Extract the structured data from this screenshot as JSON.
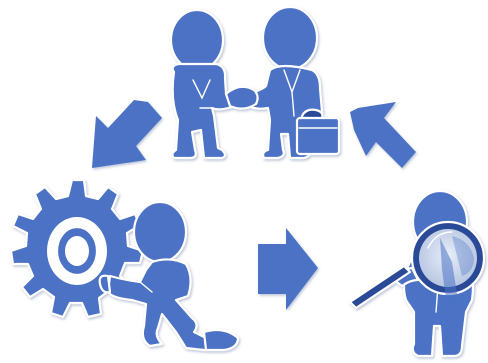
{
  "illustration": {
    "scenes": [
      {
        "id": "handshake",
        "figures": 2,
        "props": [
          "briefcase"
        ]
      },
      {
        "id": "gear-push",
        "figures": 1,
        "props": [
          "gear"
        ]
      },
      {
        "id": "inspect",
        "figures": 1,
        "props": [
          "magnifying-glass"
        ]
      }
    ],
    "arrows": [
      "arrow-right",
      "arrow-up-left",
      "arrow-down-left"
    ]
  },
  "colors": {
    "figure": "#4b72c4",
    "figure_dark": "#2a4a97",
    "outline": "#ffffff",
    "background": "#ffffff"
  }
}
